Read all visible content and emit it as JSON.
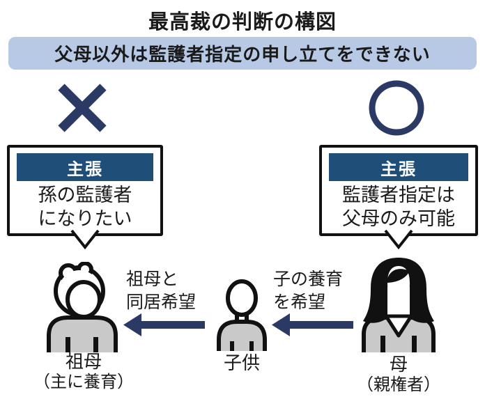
{
  "title": "最高裁の判断の構図",
  "banner": {
    "text": "父母以外は監護者指定の申し立てをできない"
  },
  "claims": {
    "left": {
      "mark": "×",
      "header": "主張",
      "line1": "孫の監護者",
      "line2": "になりたい"
    },
    "right": {
      "mark": "○",
      "header": "主張",
      "line1": "監護者指定は",
      "line2": "父母のみ可能"
    }
  },
  "arrows": {
    "child_to_grandmother": {
      "line1": "祖母と",
      "line2": "同居希望"
    },
    "mother_to_child": {
      "line1": "子の養育",
      "line2": "を希望"
    }
  },
  "people": {
    "grandmother": {
      "label": "祖母",
      "sublabel": "（主に養育）"
    },
    "child": {
      "label": "子供"
    },
    "mother": {
      "label": "母",
      "sublabel": "（親権者）"
    }
  },
  "colors": {
    "banner_bg": "#b7c9e5",
    "navy": "#2b3a64",
    "claim_header_bg": "#1f4e79",
    "figure_gray": "#c9c9c9",
    "outline": "#111111",
    "text": "#1a1a1a"
  }
}
